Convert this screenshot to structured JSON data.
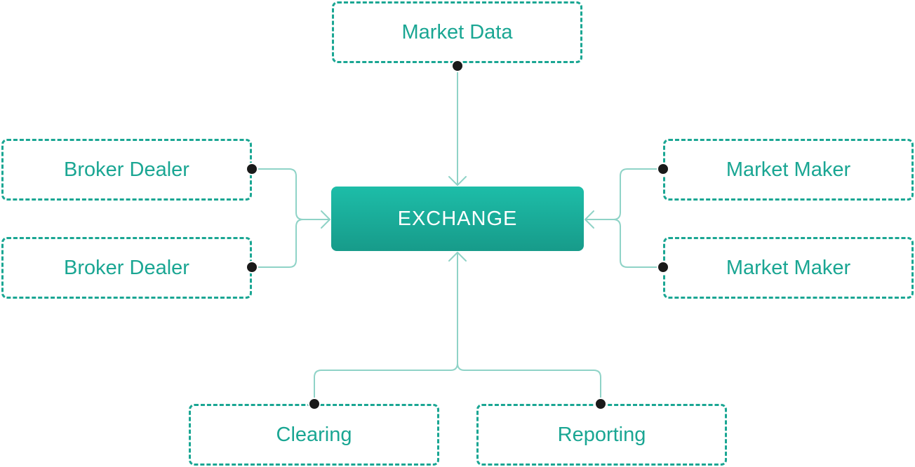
{
  "center": {
    "label": "EXCHANGE"
  },
  "nodes": {
    "market_data": "Market Data",
    "broker_dealer_1": "Broker Dealer",
    "broker_dealer_2": "Broker Dealer",
    "market_maker_1": "Market Maker",
    "market_maker_2": "Market Maker",
    "clearing": "Clearing",
    "reporting": "Reporting"
  },
  "colors": {
    "accent": "#1aa693",
    "connector": "#8fd3c7",
    "endpoint": "#1a1a1a",
    "center_top": "#1dbda8",
    "center_bottom": "#179b8a"
  }
}
